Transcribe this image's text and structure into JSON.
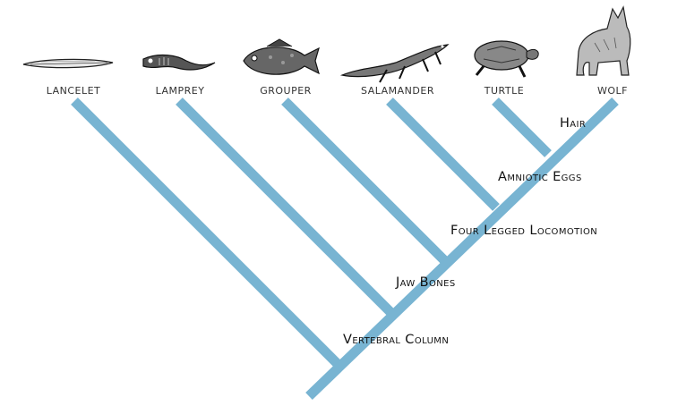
{
  "diagram": {
    "type": "cladogram",
    "branch_color": "#78b4d2",
    "taxa": [
      {
        "label": "LANCELET",
        "icon": "lancelet-icon"
      },
      {
        "label": "LAMPREY",
        "icon": "lamprey-icon"
      },
      {
        "label": "GROUPER",
        "icon": "grouper-icon"
      },
      {
        "label": "SALAMANDER",
        "icon": "salamander-icon"
      },
      {
        "label": "TURTLE",
        "icon": "turtle-icon"
      },
      {
        "label": "WOLF",
        "icon": "wolf-icon"
      }
    ],
    "traits": [
      {
        "label": "Vertebral Column"
      },
      {
        "label": "Jaw Bones"
      },
      {
        "label": "Four Legged Locomotion"
      },
      {
        "label": "Amniotic Eggs"
      },
      {
        "label": "Hair"
      }
    ]
  }
}
